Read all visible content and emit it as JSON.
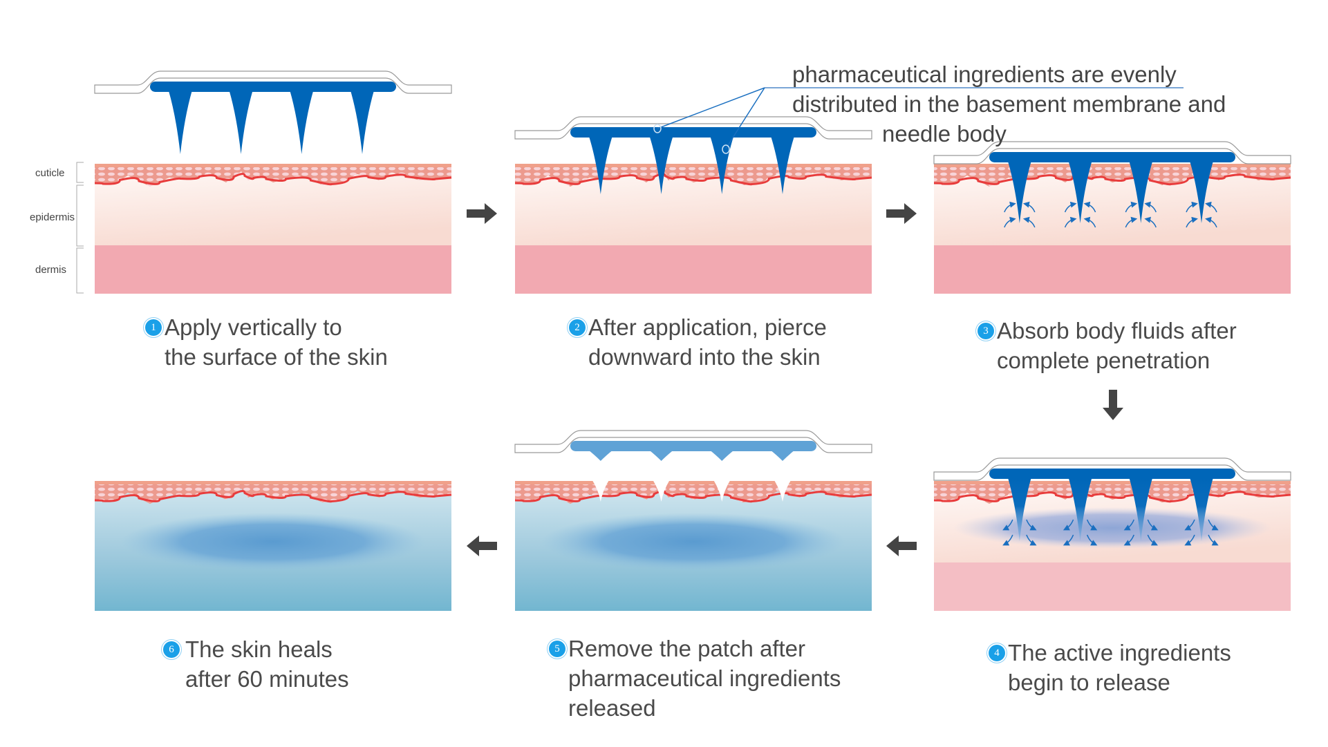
{
  "title": "Microneedle patch application process",
  "layer_labels": {
    "cuticle": "cuticle",
    "epidermis": "epidermis",
    "dermis": "dermis"
  },
  "callout": {
    "lines": [
      "pharmaceutical ingredients are evenly",
      "distributed in the basement membrane and",
      "needle body"
    ]
  },
  "steps": [
    {
      "number": "1",
      "lines": [
        "Apply vertically to",
        "the surface of the skin"
      ],
      "state": "above-skin"
    },
    {
      "number": "2",
      "lines": [
        "After application, pierce",
        "downward into the skin"
      ],
      "state": "piercing"
    },
    {
      "number": "3",
      "lines": [
        "Absorb body fluids after",
        "complete penetration"
      ],
      "state": "absorbing"
    },
    {
      "number": "4",
      "lines": [
        "The active ingredients",
        "begin to release"
      ],
      "state": "releasing"
    },
    {
      "number": "5",
      "lines": [
        "Remove the patch after",
        "pharmaceutical ingredients",
        "released"
      ],
      "state": "removed"
    },
    {
      "number": "6",
      "lines": [
        "The skin heals",
        "after 60 minutes"
      ],
      "state": "healed"
    }
  ],
  "flow_arrows": [
    {
      "from": "1",
      "to": "2",
      "direction": "right"
    },
    {
      "from": "2",
      "to": "3",
      "direction": "right"
    },
    {
      "from": "3",
      "to": "4",
      "direction": "down"
    },
    {
      "from": "4",
      "to": "5",
      "direction": "left"
    },
    {
      "from": "5",
      "to": "6",
      "direction": "left"
    }
  ],
  "colors": {
    "needle_blue": "#0066b8",
    "dissolved_needle": "#5fa2d6",
    "cuticle": "#f0a08a",
    "cell_dots": "#f8d4d8",
    "basal_line": "#e83c3c",
    "epidermis_top": "#fff8f6",
    "epidermis_bottom": "#f9ddd5",
    "dermis": "#f2a9b1",
    "healed_top": "#d0e6ef",
    "healed_bottom": "#74b8d2",
    "badge": "#1aa0e8",
    "arrow": "#444444"
  }
}
